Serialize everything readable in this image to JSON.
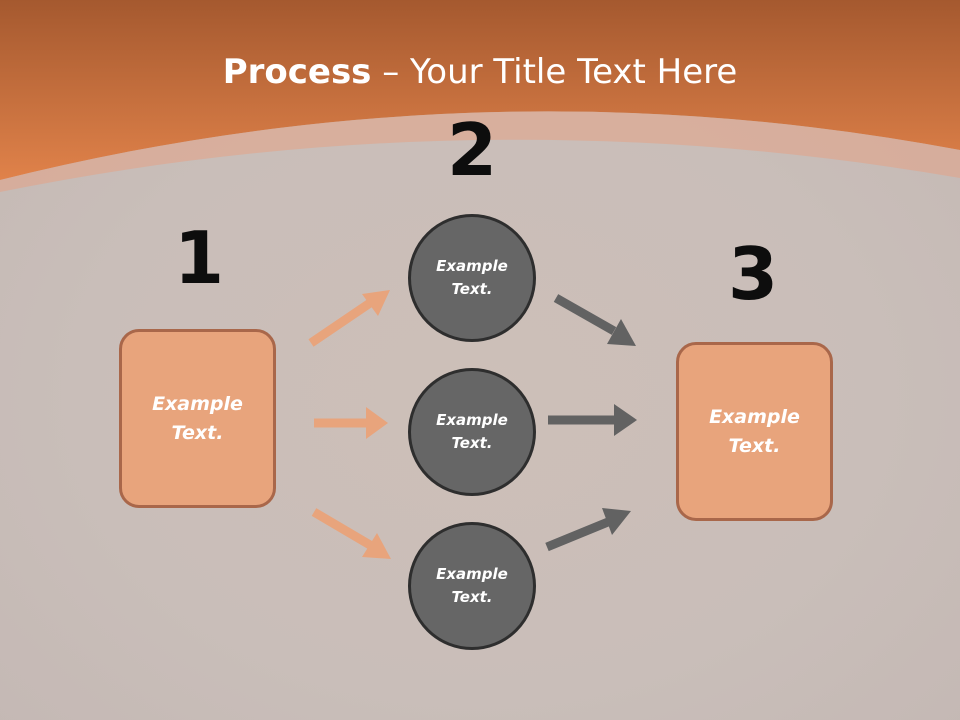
{
  "title": {
    "bold": "Process",
    "rest": " – Your Title Text Here"
  },
  "steps": {
    "one": "1",
    "two": "2",
    "three": "3"
  },
  "boxes": {
    "left": "Example\nText.",
    "right": "Example\nText."
  },
  "circles": {
    "top": "Example\nText.",
    "middle": "Example\nText.",
    "bottom": "Example\nText."
  },
  "colors": {
    "header_orange": "#e0824a",
    "box_fill": "#e8a47c",
    "box_border": "#a9674a",
    "circle_fill": "#666666",
    "circle_border": "#2e2e2e",
    "arrow_orange": "#e8a47c",
    "arrow_gray": "#626262"
  }
}
